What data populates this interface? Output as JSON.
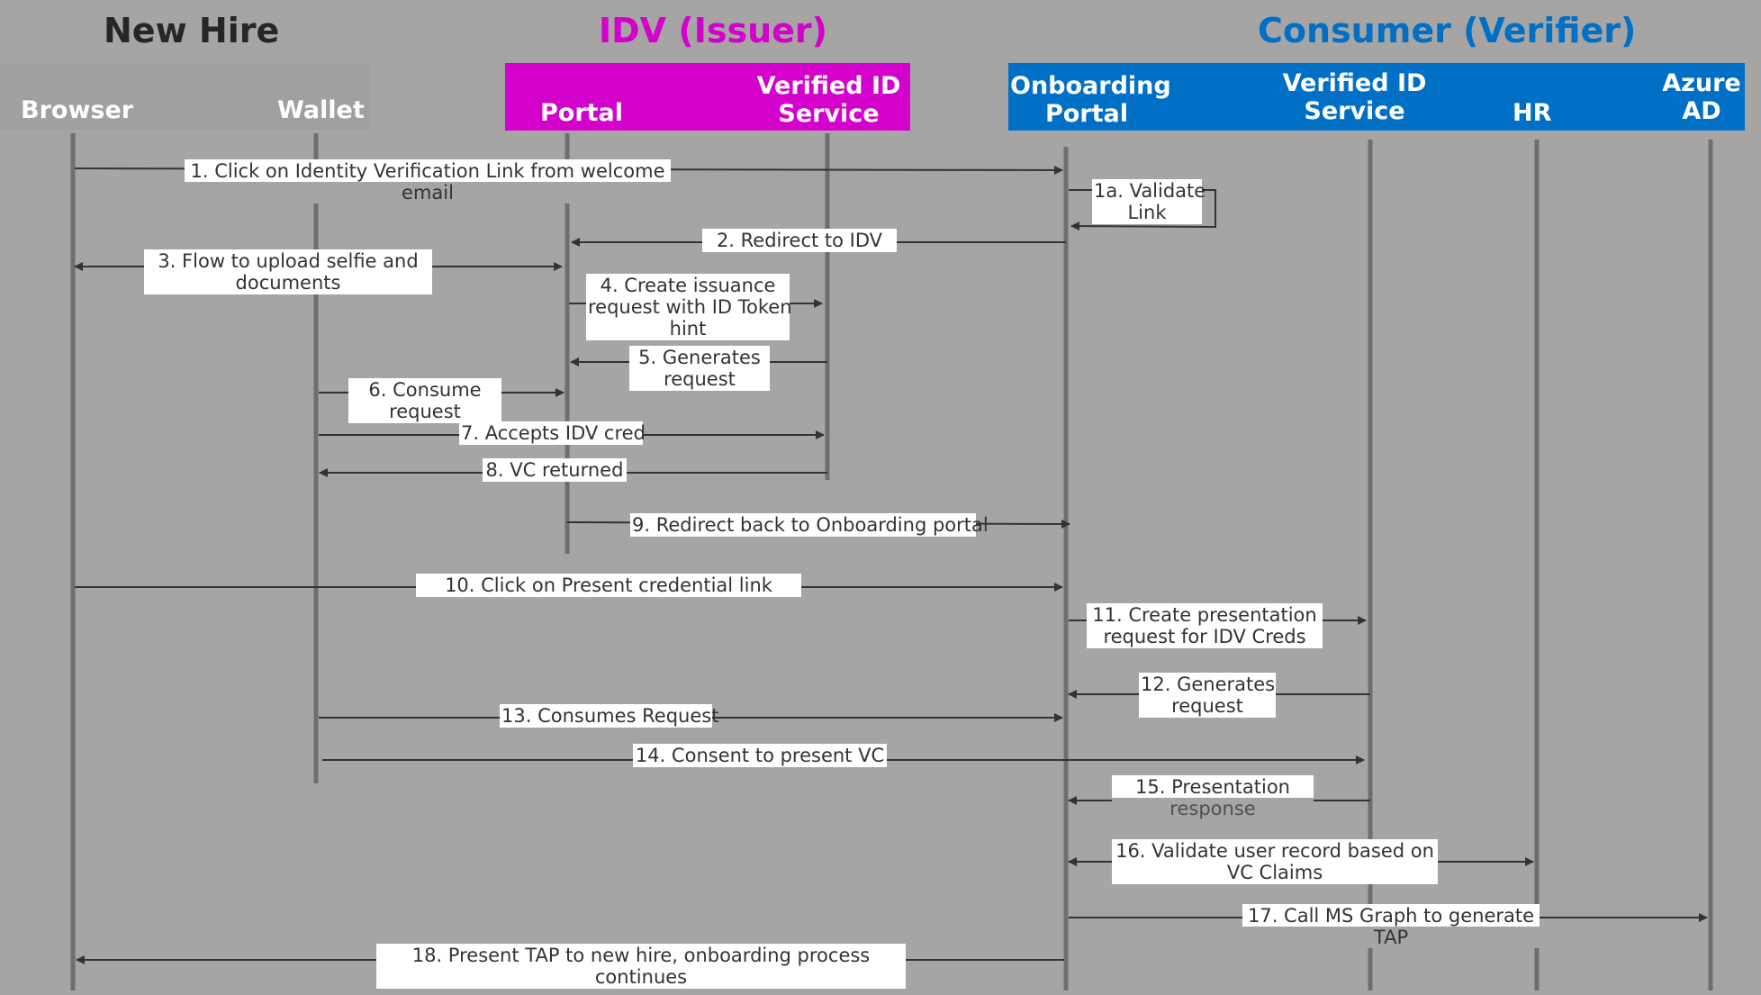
{
  "colors": {
    "background": "#a6a5a4",
    "new_hire": "#a0a0a0",
    "idv": "#d400cc",
    "consumer": "#0070c6",
    "lifeline": "#6e6e6e",
    "arrow": "#333333"
  },
  "groups": {
    "new_hire": "New Hire",
    "idv": "IDV (Issuer)",
    "consumer": "Consumer (Verifier)"
  },
  "actors": {
    "browser": "Browser",
    "wallet": "Wallet",
    "idv_portal": "Portal",
    "idv_verified_id_line1": "Verified ID",
    "idv_verified_id_line2": "Service",
    "onboarding_line1": "Onboarding",
    "onboarding_line2": "Portal",
    "consumer_verified_id_line1": "Verified ID",
    "consumer_verified_id_line2": "Service",
    "hr": "HR",
    "azure_line1": "Azure",
    "azure_line2": "AD"
  },
  "messages": {
    "m1_line1": "1.  Click on Identity Verification Link from welcome",
    "m1_line2": "email",
    "m1a_line1": "1a. Validate",
    "m1a_line2": "Link",
    "m2": "2. Redirect to IDV",
    "m3_line1": "3.  Flow to upload selfie and",
    "m3_line2": "documents",
    "m4_line1": "4. Create issuance",
    "m4_line2": "request with ID Token",
    "m4_line3": "hint",
    "m5_line1": "5. Generates",
    "m5_line2": "request",
    "m6_line1": "6. Consume",
    "m6_line2": "request",
    "m7": "7. Accepts IDV cred",
    "m8": "8. VC returned",
    "m9": "9. Redirect back to Onboarding portal",
    "m10": "10.  Click on Present credential link",
    "m11_line1": "11. Create presentation",
    "m11_line2": "request for IDV Creds",
    "m12_line1": "12. Generates",
    "m12_line2": "request",
    "m13": "13. Consumes Request",
    "m14": "14. Consent to present VC",
    "m15_line1": "15. Presentation",
    "m15_line2": "response",
    "m16_line1": "16. Validate user record based on",
    "m16_line2": "VC Claims",
    "m17_line1": "17. Call MS Graph to generate",
    "m17_line2": "TAP",
    "m18_line1": "18. Present TAP to new hire, onboarding process",
    "m18_line2": "continues"
  }
}
